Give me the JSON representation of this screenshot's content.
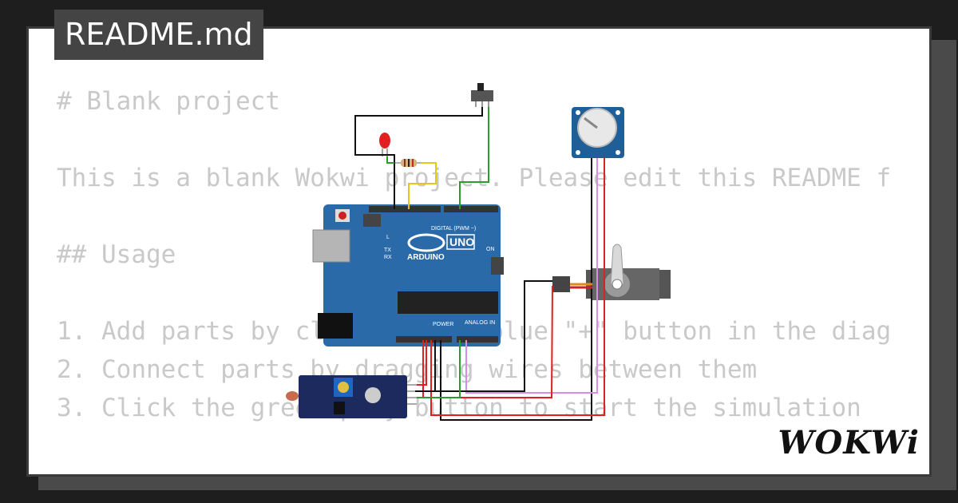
{
  "header": {
    "file_tab": "README.md"
  },
  "readme": {
    "lines": [
      "# Blank project",
      "This is a blank Wokwi project. Please edit this README f",
      "## Usage",
      "1. Add parts by clicking the blue \"+\" button in the diag",
      "2. Connect parts by dragging wires between them",
      "3. Click the green play button to start the simulation"
    ]
  },
  "board": {
    "brand": "ARDUINO",
    "model": "UNO",
    "digital_label": "DIGITAL (PWM ~)",
    "power_label": "POWER",
    "analog_label": "ANALOG IN",
    "on_label": "ON",
    "l_label": "L",
    "tx_label": "TX",
    "rx_label": "RX"
  },
  "brand_logo": "WOKWi",
  "colors": {
    "board": "#2b6aa8",
    "wire_black": "#111111",
    "wire_red": "#e0201c",
    "wire_green": "#2a9d2a",
    "wire_yellow": "#e6c619",
    "wire_violet": "#d98be6"
  }
}
